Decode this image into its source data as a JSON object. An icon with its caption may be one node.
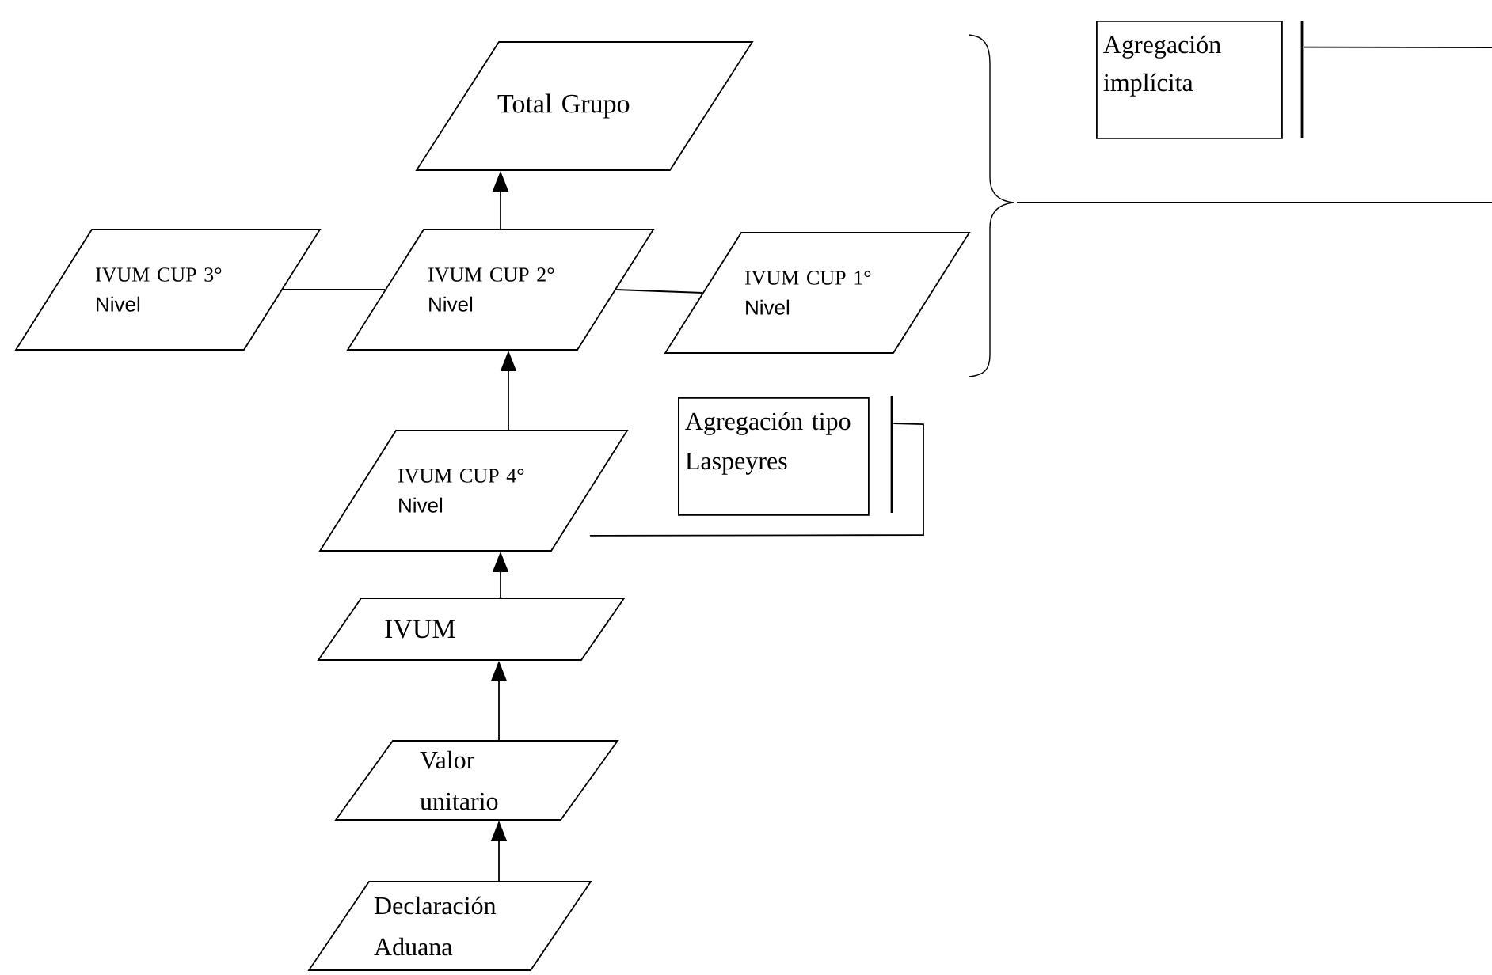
{
  "diagram": {
    "nodes": [
      {
        "text": [
          "Total Grupo"
        ]
      },
      {
        "text": [
          "IVUM CUP 3°",
          "Nivel"
        ]
      },
      {
        "text": [
          "IVUM CUP 2°",
          "Nivel"
        ]
      },
      {
        "text": [
          "IVUM CUP 1°",
          "Nivel"
        ]
      },
      {
        "text": [
          "Agregación implícita"
        ]
      },
      {
        "text": [
          "Agregación tipo Laspeyres"
        ]
      },
      {
        "text": [
          "IVUM CUP 4°",
          "Nivel"
        ]
      },
      {
        "text": [
          "IVUM"
        ]
      },
      {
        "text": [
          "Valor unitario"
        ]
      },
      {
        "text": [
          "Declaración Aduana"
        ]
      },
      {
        "text": [],
        "shape": "bar"
      },
      {
        "text": [],
        "shape": "bar"
      }
    ],
    "edges": [
      {
        "from": 2,
        "to": 0,
        "arrow": "to"
      },
      {
        "from": 1,
        "to": 2,
        "arrow": "none"
      },
      {
        "from": 2,
        "to": 3,
        "arrow": "none"
      },
      {
        "from": 6,
        "to": 2,
        "arrow": "to"
      },
      {
        "from": 7,
        "to": 6,
        "arrow": "to"
      },
      {
        "from": 8,
        "to": 7,
        "arrow": "to"
      },
      {
        "from": 9,
        "to": 8,
        "arrow": "to"
      },
      {
        "from": 6,
        "to": 10,
        "arrow": "none"
      },
      {
        "from": null,
        "to": 11,
        "arrow": "none"
      }
    ]
  }
}
